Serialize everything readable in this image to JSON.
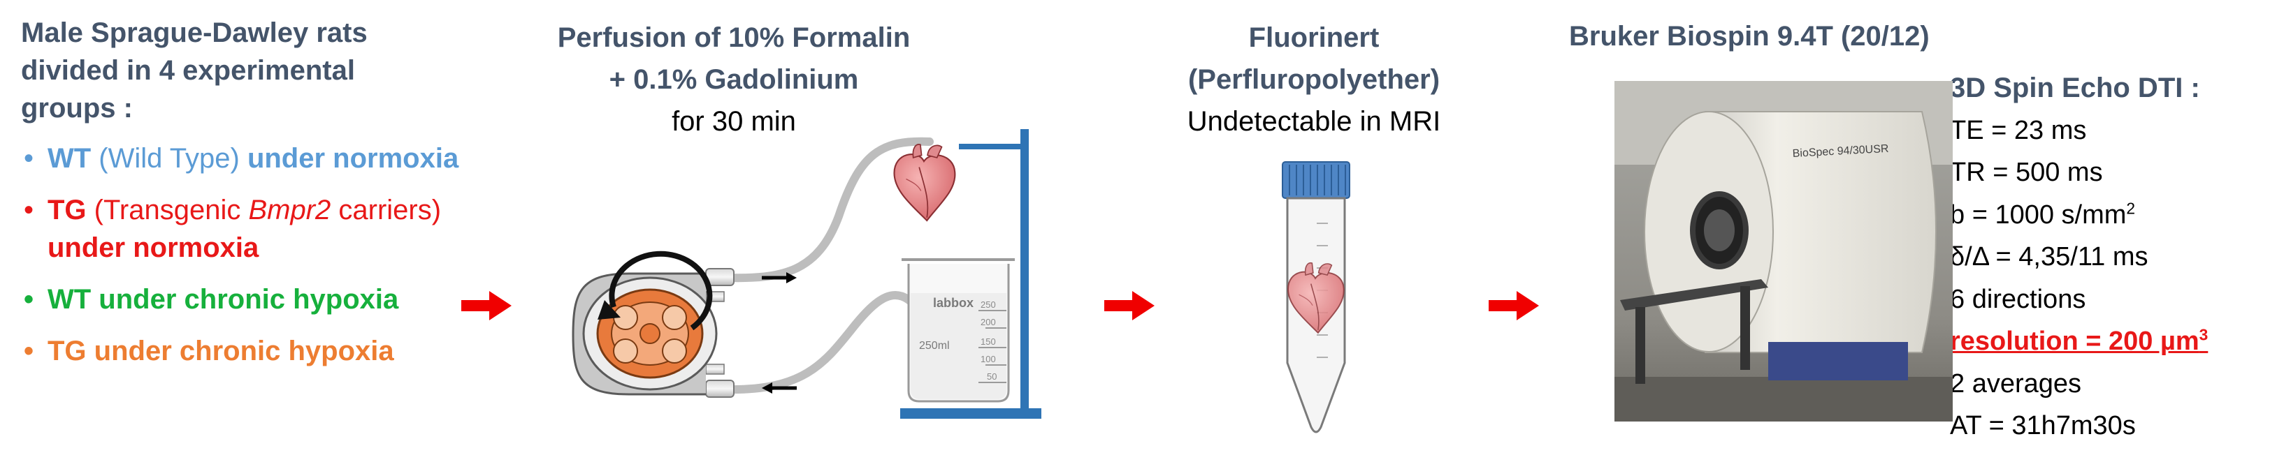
{
  "study_design": {
    "title": "Male Sprague-Dawley rats divided in 4 experimental groups :",
    "groups": [
      {
        "parts": [
          "WT",
          " (Wild Type) ",
          "under normoxia"
        ]
      },
      {
        "parts": [
          "TG",
          " (Transgenic ",
          "Bmpr2",
          " carriers) ",
          "under normoxia"
        ]
      },
      {
        "text": "WT under chronic hypoxia"
      },
      {
        "text": "TG under chronic hypoxia"
      }
    ],
    "bullet": "•"
  },
  "perfusion": {
    "title_line1": "Perfusion of 10% Formalin",
    "title_line2": "+ 0.1% Gadolinium",
    "duration": "for 30 min",
    "beaker_brand": "labbox",
    "beaker_volume": "250ml",
    "beaker_marks": [
      "250",
      "200",
      "150",
      "100",
      "50"
    ]
  },
  "embedding": {
    "title_line1": "Fluorinert",
    "title_line2": "(Perfluropolyether)",
    "note": "Undetectable in MRI"
  },
  "mri": {
    "title": "Bruker Biospin 9.4T (20/12)",
    "magnet_label": "BioSpec 94/30USR",
    "scan_title": "3D Spin Echo DTI :",
    "params": {
      "te": "TE = 23 ms",
      "tr": "TR = 500 ms",
      "b_prefix": "b = 1000 s/mm",
      "b_sup": "2",
      "delta": "δ/Δ = 4,35/11 ms",
      "directions": "6 directions",
      "res_prefix": "resolution = 200 µm",
      "res_sup": "3",
      "averages": "2 averages",
      "at": "AT = 31h7m30s"
    }
  },
  "colors": {
    "heading": "#44546A",
    "wt_normoxia": "#5B9BD5",
    "tg_normoxia": "#E81818",
    "wt_hypoxia": "#16B03C",
    "tg_hypoxia": "#ED7D31",
    "arrow": "#F00000",
    "stand": "#2E74B5",
    "pump": "#E87A3C"
  },
  "icons": [
    "arrow-right-icon",
    "peristaltic-pump-icon",
    "heart-icon",
    "beaker-icon",
    "ring-stand-icon",
    "falcon-tube-icon",
    "mri-scanner-photo"
  ]
}
